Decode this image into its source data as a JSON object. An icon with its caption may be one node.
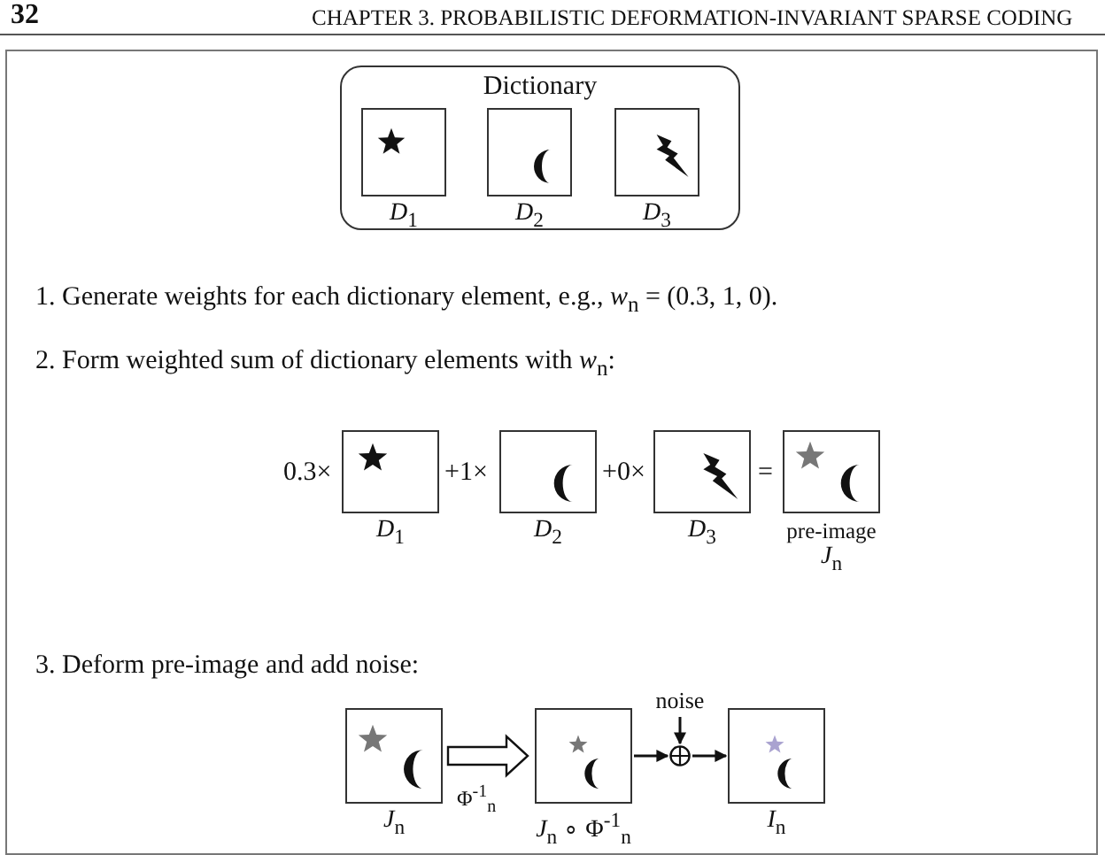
{
  "diagram": {
    "nodes": [
      {
        "text": [
          "Dictionary"
        ]
      },
      {
        "text": [
          "*D*$_{1}$"
        ],
        "in": 0
      },
      {
        "text": [
          "*D*$_{2}$"
        ],
        "in": 0
      },
      {
        "text": [
          "*D*$_{3}$"
        ],
        "in": 0
      },
      {
        "text": [
          "*D*$_{1}$"
        ]
      },
      {
        "text": [
          "*D*$_{2}$"
        ]
      },
      {
        "text": [
          "*D*$_{3}$"
        ]
      },
      {
        "text": [
          "pre-image",
          "*J*$_{n}$"
        ]
      },
      {
        "text": [
          "*J*$_{n}$"
        ]
      },
      {
        "text": [
          "*J*$_{n}$ ∘ Φ$^{-1}$$_{n}$"
        ]
      },
      {
        "text": [
          "noise"
        ]
      },
      {
        "text": [],
        "shape": "circle"
      },
      {
        "text": [
          "*I*$_{n}$"
        ]
      }
    ],
    "edges": [
      {
        "from": 8,
        "to": 9,
        "arrow": "to",
        "label": "Φ$^{-1}$$_{n}$",
        "style": "thick"
      },
      {
        "from": 9,
        "to": 11,
        "arrow": "to"
      },
      {
        "from": 10,
        "to": 11,
        "arrow": "to"
      },
      {
        "from": 11,
        "to": 12,
        "arrow": "to"
      }
    ],
    "labels": [
      "32",
      "CHAPTER 3. PROBABILISTIC DEFORMATION-INVARIANT SPARSE CODING",
      "1. Generate weights for each dictionary element, e.g., *w*$_{n}$ = (0.3, 1, 0).",
      "2. Form weighted sum of dictionary elements with *w*$_{n}$:",
      "0.3×",
      "+1×",
      "+0×",
      "=",
      "3. Deform pre-image and add noise:"
    ]
  }
}
